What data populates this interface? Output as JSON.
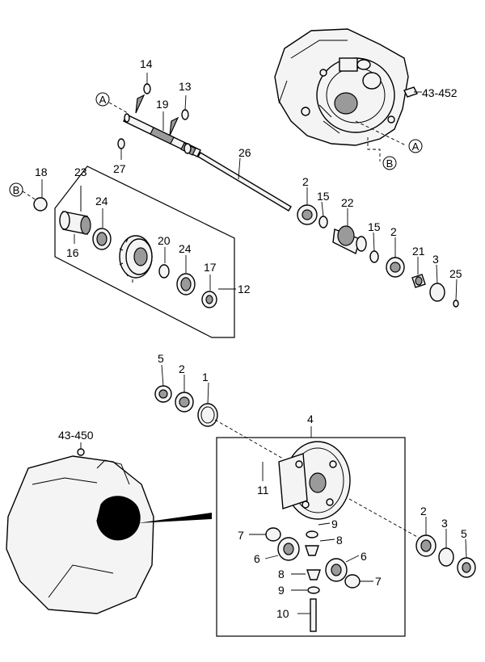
{
  "parts": {
    "p1": "1",
    "p2a": "2",
    "p2b": "2",
    "p2c": "2",
    "p2d": "2",
    "p3a": "3",
    "p3b": "3",
    "p4": "4",
    "p5a": "5",
    "p5b": "5",
    "p6a": "6",
    "p6b": "6",
    "p7a": "7",
    "p7b": "7",
    "p8a": "8",
    "p8b": "8",
    "p9a": "9",
    "p9b": "9",
    "p10": "10",
    "p11": "11",
    "p12": "12",
    "p13": "13",
    "p14": "14",
    "p15a": "15",
    "p15b": "15",
    "p16": "16",
    "p17": "17",
    "p18": "18",
    "p19": "19",
    "p20": "20",
    "p21": "21",
    "p22": "22",
    "p23": "23",
    "p24a": "24",
    "p24b": "24",
    "p25": "25",
    "p26": "26",
    "p27": "27"
  },
  "refs": {
    "ref452": "43-452",
    "ref450": "43-450"
  },
  "markers": {
    "a_left": "A",
    "a_right": "A",
    "b_left": "B",
    "b_right": "B"
  }
}
